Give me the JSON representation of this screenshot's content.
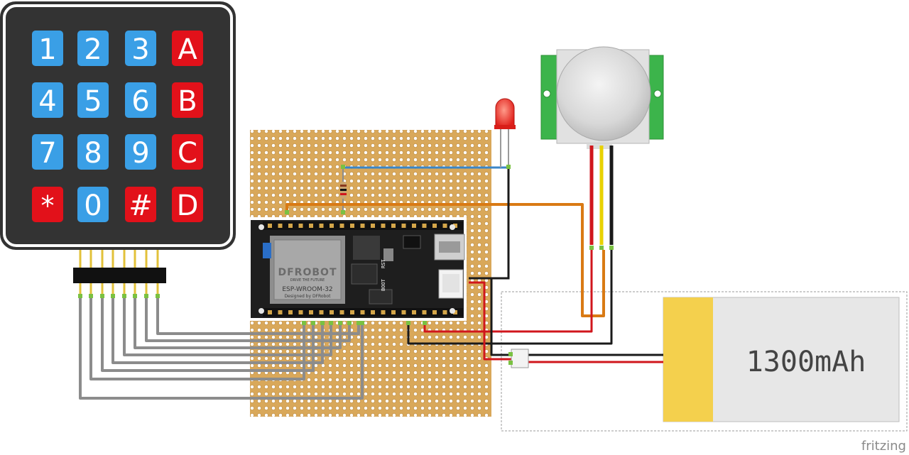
{
  "keypad": {
    "keys": [
      {
        "label": "1",
        "kind": "digit"
      },
      {
        "label": "2",
        "kind": "digit"
      },
      {
        "label": "3",
        "kind": "digit"
      },
      {
        "label": "A",
        "kind": "letter"
      },
      {
        "label": "4",
        "kind": "digit"
      },
      {
        "label": "5",
        "kind": "digit"
      },
      {
        "label": "6",
        "kind": "digit"
      },
      {
        "label": "B",
        "kind": "letter"
      },
      {
        "label": "7",
        "kind": "digit"
      },
      {
        "label": "8",
        "kind": "digit"
      },
      {
        "label": "9",
        "kind": "digit"
      },
      {
        "label": "C",
        "kind": "letter"
      },
      {
        "label": "*",
        "kind": "symbol"
      },
      {
        "label": "0",
        "kind": "digit"
      },
      {
        "label": "#",
        "kind": "symbol"
      },
      {
        "label": "D",
        "kind": "letter"
      }
    ],
    "colors": {
      "digit": "#3a9fe6",
      "letter": "#e2111a",
      "symbol": "#e2111a",
      "body": "#333333",
      "border": "#ffffff"
    }
  },
  "board": {
    "brand": "DFROBOT",
    "module": "ESP-WROOM-32",
    "designed": "Designed by DFRobot",
    "rst_label": "RST",
    "boot_label": "BOOT",
    "tagline": "DRIVE THE FUTURE"
  },
  "battery": {
    "label": "1300mAh",
    "colors": {
      "cap": "#f4d04d",
      "body": "#e7e7e7"
    }
  },
  "watermark": "fritzing",
  "wire_colors": {
    "gray": "#8c8c8c",
    "black": "#1a1a1a",
    "red": "#d0161c",
    "yellow": "#e8d200",
    "orange": "#d97a14",
    "blue": "#3b86c7",
    "green_end": "#7ac142"
  }
}
